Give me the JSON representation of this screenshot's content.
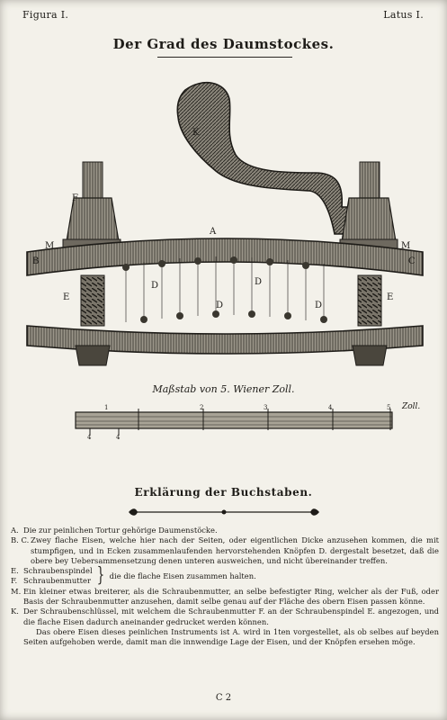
{
  "header": {
    "left": "Figura I.",
    "right": "Latus I."
  },
  "title": "Der Grad des Daumstockes.",
  "figure_labels": {
    "A": "A",
    "M": "M",
    "E": "E",
    "D": "D",
    "K": "K",
    "F": "F",
    "B": "B",
    "C": "C"
  },
  "scale": {
    "caption": "Maßstab von 5. Wiener Zoll.",
    "unit": "Zoll.",
    "ticks_top": [
      "1",
      "2",
      "3",
      "4",
      "5"
    ],
    "ticks_bottom": [
      "4",
      "4"
    ]
  },
  "legend": {
    "title": "Erklärung der Buchstaben.",
    "entries": [
      {
        "key": "A.",
        "text": "Die zur peinlichen Tortur gehörige Daumenstöcke."
      },
      {
        "key": "B. C.",
        "text": "Zwey flache Eisen, welche hier nach der Seiten, oder eigentlichen Dicke anzusehen kommen, die mit stumpfigen, und in Ecken zusammenlaufenden hervorstehenden Knöpfen D. dergestalt besetzet, daß die obere bey Uebersammensetzung denen unteren ausweichen, und nicht übereinander treffen."
      },
      {
        "key": "E.",
        "text": "Schraubenspindel"
      },
      {
        "key": "F.",
        "text": "Schraubenmutter"
      },
      {
        "brace_text": "die die flache Eisen zusammen halten."
      },
      {
        "key": "M.",
        "text": "Ein kleiner etwas breiterer, als die Schraubenmutter, an selbe befestigter Ring, welcher als der Fuß, oder Basis der Schraubenmutter anzusehen, damit selbe genau auf der Fläche des obern Eisen passen könne."
      },
      {
        "key": "K.",
        "text": "Der Schraubenschlüssel, mit welchem die Schraubenmutter F. an der Schraubenspindel E. angezogen, und die flache Eisen dadurch aneinander gedrucket werden können."
      },
      {
        "text": "Das obere Eisen dieses peinlichen Instruments ist A. wird in 1ten vorgestellet, als ob selbes auf beyden Seiten aufgehoben werde, damit man die innwendige Lage der Eisen, und der Knöpfen ersehen möge."
      }
    ]
  },
  "page_number": "C 2"
}
